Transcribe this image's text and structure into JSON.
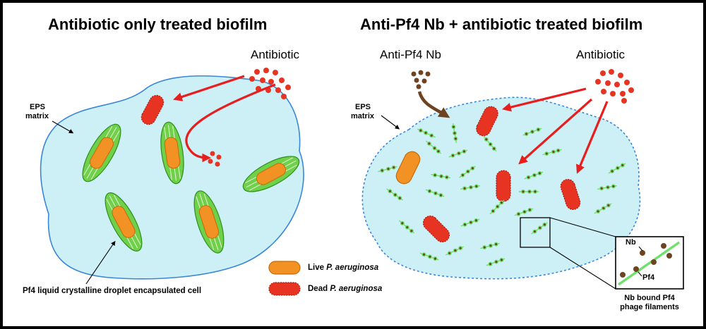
{
  "left_panel": {
    "title": "Antibiotic only treated biofilm",
    "antibiotic_label": "Antibiotic",
    "eps_label_line1": "EPS",
    "eps_label_line2": "matrix",
    "droplet_caption": "Pf4 liquid crystalline droplet encapsulated cell"
  },
  "right_panel": {
    "title": "Anti-Pf4 Nb + antibiotic treated biofilm",
    "nb_label": "Anti-Pf4 Nb",
    "antibiotic_label": "Antibiotic",
    "eps_label_line1": "EPS",
    "eps_label_line2": "matrix",
    "inset_nb_label": "Nb",
    "inset_pf4_label": "Pf4",
    "inset_caption_line1": "Nb bound Pf4",
    "inset_caption_line2": "phage filaments"
  },
  "legend": {
    "live_prefix": "Live ",
    "live_species": "P. aeruginosa",
    "dead_prefix": "Dead ",
    "dead_species": "P. aeruginosa"
  },
  "colors": {
    "matrix_fill": "#cdf0f6",
    "matrix_stroke": "#3a86d8",
    "live_cell": "#f39224",
    "dead_cell": "#e63322",
    "arrow": "#e81e1e",
    "droplet": "#6fd14a",
    "nanobody": "#6e4322",
    "filament": "#6fe06a"
  }
}
